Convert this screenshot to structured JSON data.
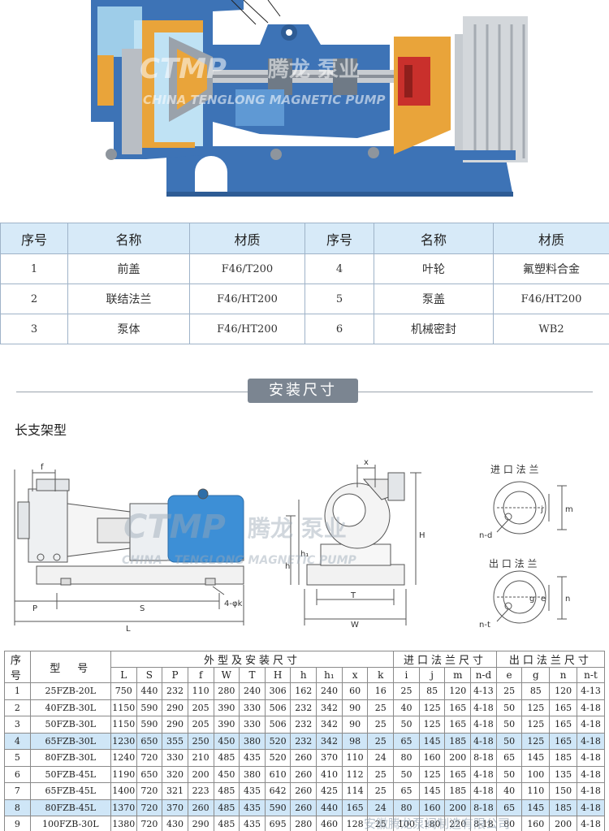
{
  "hero": {
    "logo_text": "CTMP",
    "logo_cn": "腾龙 泵业",
    "logo_sub": "CHINA TENGLONG MAGNETIC PUMP",
    "colors": {
      "blue": "#3d73b6",
      "orange": "#e9a43a",
      "grey": "#b9bec4",
      "red": "#c9302c"
    }
  },
  "parts_table": {
    "headers": [
      "序号",
      "名称",
      "材质",
      "序号",
      "名称",
      "材质"
    ],
    "rows": [
      [
        "1",
        "前盖",
        "F46/T200",
        "4",
        "叶轮",
        "氟塑料合金"
      ],
      [
        "2",
        "联结法兰",
        "F46/HT200",
        "5",
        "泵盖",
        "F46/HT200"
      ],
      [
        "3",
        "泵体",
        "F46/HT200",
        "6",
        "机械密封",
        "WB2"
      ]
    ]
  },
  "section": {
    "title": "安装尺寸",
    "subtype": "长支架型"
  },
  "drawing": {
    "labels": {
      "f": "f",
      "p": "P",
      "s": "S",
      "l": "L",
      "k": "4-φk",
      "x": "x",
      "h_big": "H",
      "h_small": "h",
      "h1": "h₁",
      "t": "T",
      "w": "W",
      "inlet_title": "进 口 法 兰",
      "outlet_title": "出 口 法 兰",
      "nd": "n-d",
      "nt": "n-t",
      "j": "j",
      "m": "m",
      "e": "e",
      "g": "g",
      "n": "n"
    },
    "logo_text": "CTMP",
    "logo_cn": "腾龙 泵业",
    "logo_sub": "CHINA · TENGLONG MAGNETIC PUMP"
  },
  "dims_table": {
    "col_no": "序号",
    "col_model": "型　号",
    "group_outline": "外型及安装尺寸",
    "group_inlet": "进口法兰尺寸",
    "group_outlet": "出口法兰尺寸",
    "sub_headers": [
      "L",
      "S",
      "P",
      "f",
      "W",
      "T",
      "H",
      "h",
      "h₁",
      "x",
      "k",
      "i",
      "j",
      "m",
      "n-d",
      "e",
      "g",
      "n",
      "n-t"
    ],
    "rows": [
      [
        "1",
        "25FZB-20L",
        "750",
        "440",
        "232",
        "110",
        "280",
        "240",
        "306",
        "162",
        "240",
        "60",
        "16",
        "25",
        "85",
        "120",
        "4-13",
        "25",
        "85",
        "120",
        "4-13"
      ],
      [
        "2",
        "40FZB-30L",
        "1150",
        "590",
        "290",
        "205",
        "390",
        "330",
        "506",
        "232",
        "342",
        "90",
        "25",
        "40",
        "125",
        "165",
        "4-18",
        "50",
        "125",
        "165",
        "4-18"
      ],
      [
        "3",
        "50FZB-30L",
        "1150",
        "590",
        "290",
        "205",
        "390",
        "330",
        "506",
        "232",
        "342",
        "90",
        "25",
        "50",
        "125",
        "165",
        "4-18",
        "50",
        "125",
        "165",
        "4-18"
      ],
      [
        "4",
        "65FZB-30L",
        "1230",
        "650",
        "355",
        "250",
        "450",
        "380",
        "520",
        "232",
        "342",
        "98",
        "25",
        "65",
        "145",
        "185",
        "4-18",
        "50",
        "125",
        "165",
        "4-18"
      ],
      [
        "5",
        "80FZB-30L",
        "1240",
        "720",
        "330",
        "210",
        "485",
        "435",
        "520",
        "260",
        "370",
        "110",
        "24",
        "80",
        "160",
        "200",
        "8-18",
        "65",
        "145",
        "185",
        "4-18"
      ],
      [
        "6",
        "50FZB-45L",
        "1190",
        "650",
        "320",
        "200",
        "450",
        "380",
        "610",
        "260",
        "410",
        "112",
        "25",
        "50",
        "125",
        "165",
        "4-18",
        "50",
        "100",
        "135",
        "4-18"
      ],
      [
        "7",
        "65FZB-45L",
        "1400",
        "720",
        "321",
        "223",
        "485",
        "435",
        "642",
        "260",
        "425",
        "114",
        "25",
        "65",
        "145",
        "185",
        "4-18",
        "40",
        "110",
        "150",
        "4-18"
      ],
      [
        "8",
        "80FZB-45L",
        "1370",
        "720",
        "370",
        "260",
        "485",
        "435",
        "590",
        "260",
        "440",
        "165",
        "24",
        "80",
        "160",
        "200",
        "8-18",
        "65",
        "145",
        "185",
        "4-18"
      ],
      [
        "9",
        "100FZB-30L",
        "1380",
        "720",
        "430",
        "290",
        "485",
        "435",
        "695",
        "280",
        "460",
        "128",
        "25",
        "100",
        "180",
        "220",
        "8-18",
        "80",
        "160",
        "200",
        "4-18"
      ]
    ],
    "highlight_rows": [
      4,
      8
    ]
  },
  "footer": {
    "watermark": "安徽腾龙泵阀制造有限公司"
  }
}
